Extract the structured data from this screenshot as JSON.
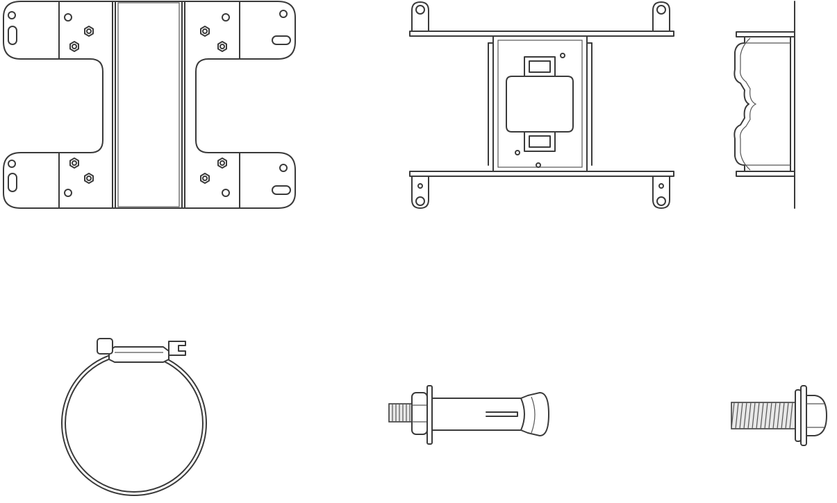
{
  "figure": {
    "background_color": "#ffffff",
    "line_color": "#3a3a3a",
    "parts": [
      {
        "id": "mounting-plate-front",
        "icon": "mounting-plate-icon"
      },
      {
        "id": "pole-bracket-front",
        "icon": "pole-bracket-icon"
      },
      {
        "id": "pole-bracket-side",
        "icon": "bracket-side-icon"
      },
      {
        "id": "hose-clamp",
        "icon": "hose-clamp-icon"
      },
      {
        "id": "expansion-anchor-bolt",
        "icon": "anchor-bolt-icon"
      },
      {
        "id": "screw-with-washer",
        "icon": "screw-icon"
      }
    ]
  }
}
